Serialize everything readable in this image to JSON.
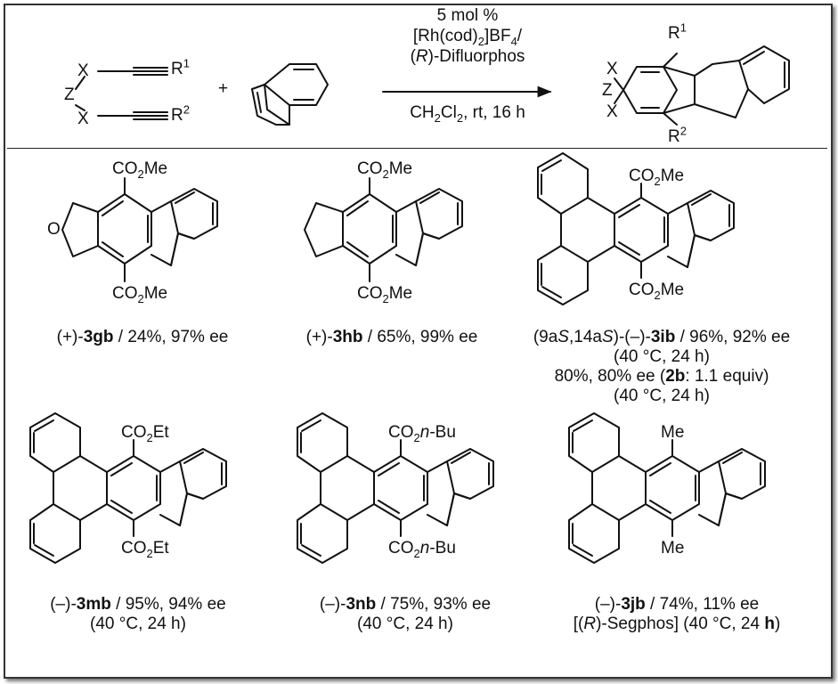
{
  "reaction": {
    "conditions": [
      "5 mol %",
      "[Rh(cod)",
      "2",
      "]BF",
      "4",
      "/",
      "R",
      "-Difluorphos",
      "CH",
      "2",
      "Cl",
      "2",
      ", rt, 16 h"
    ],
    "plus": "+",
    "reactant_labels": {
      "X": "X",
      "Z": "Z",
      "R1": "R",
      "R1_sup": "1",
      "R2": "R",
      "R2_sup": "2"
    }
  },
  "substituents": {
    "co2me": "CO",
    "co2me_sub": "2",
    "co2me_tail": "Me",
    "co2et_tail": "Et",
    "co2nbu_tail": "n",
    "co2nbu_tail2": "-Bu",
    "me": "Me",
    "o": "O"
  },
  "compounds": [
    {
      "prefix": "(+)-",
      "id": "3gb",
      "result": " / 24%, 97% ee",
      "notes": []
    },
    {
      "prefix": "(+)-",
      "id": "3hb",
      "result": " / 65%, 99% ee",
      "notes": []
    },
    {
      "prefix": "(9a",
      "prefix_it": "S",
      "prefix2": ",14a",
      "prefix_it2": "S",
      "prefix3": ")-(–)-",
      "id": "3ib",
      "result": " / 96%, 92% ee",
      "notes": [
        "(40 °C, 24 h)",
        "80%, 80% ee (",
        "2b",
        ": 1.1 equiv)",
        "(40 °C, 24 h)"
      ]
    },
    {
      "prefix": "(–)-",
      "id": "3mb",
      "result": " / 95%, 94% ee",
      "notes": [
        "(40 °C, 24 h)"
      ]
    },
    {
      "prefix": "(–)-",
      "id": "3nb",
      "result": " / 75%, 93% ee",
      "notes": [
        "(40 °C, 24 h)"
      ]
    },
    {
      "prefix": "(–)-",
      "id": "3jb",
      "result": " / 74%, 11% ee",
      "notes": [
        "[(",
        "R",
        ")-Segphos] (40 °C, 24 ",
        "h",
        ")"
      ]
    }
  ]
}
